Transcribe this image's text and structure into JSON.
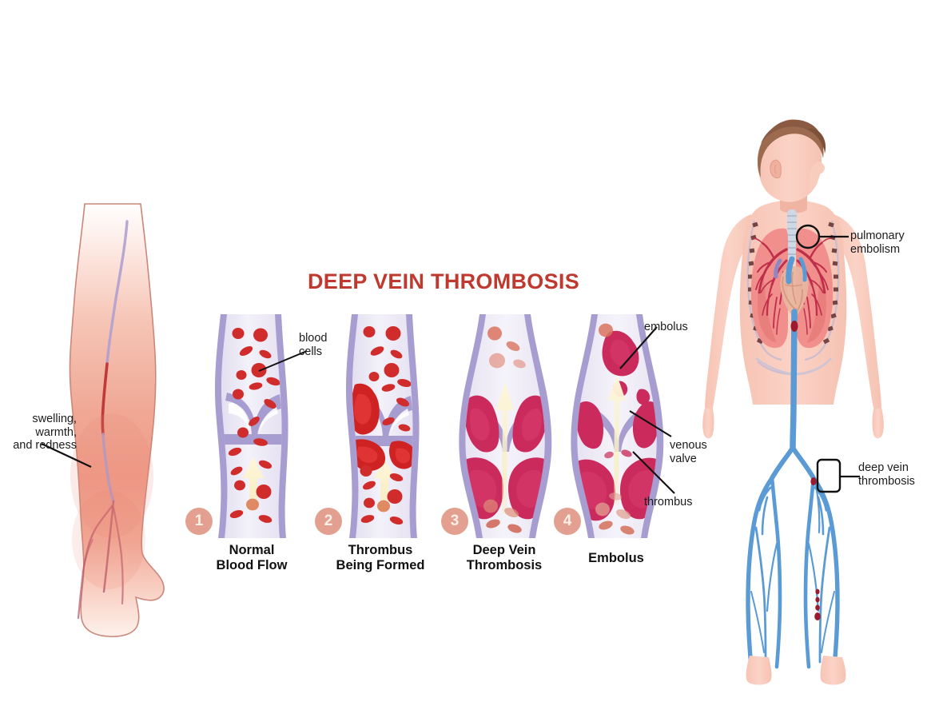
{
  "title": "DEEP VEIN THROMBOSIS",
  "colors": {
    "title_red": "#c0392f",
    "badge_fill": "#e3a091",
    "badge_text": "#fdf0e6",
    "vein_wall": "#a9a0d2",
    "vein_lumen": "#ece9f5",
    "blood_cell": "#cf2c2c",
    "thrombus": "#c8285a",
    "arrow": "#f8efc0",
    "skin": "#f7c9bb",
    "hair": "#9c6a4f",
    "lung": "#f08d8d",
    "vessel_blue": "#5b9bd5",
    "clot_dark": "#a01a2a",
    "label_text": "#1b1b1b"
  },
  "leg": {
    "callout": "swelling,\nwarmth,\nand redness"
  },
  "stages": [
    {
      "number": "1",
      "caption": "Normal\nBlood Flow"
    },
    {
      "number": "2",
      "caption": "Thrombus\nBeing Formed"
    },
    {
      "number": "3",
      "caption": "Deep Vein\nThrombosis"
    },
    {
      "number": "4",
      "caption": "Embolus"
    }
  ],
  "stage_callouts": {
    "blood_cells": "blood\ncells",
    "embolus": "embolus",
    "venous_valve": "venous\nvalve",
    "thrombus": "thrombus"
  },
  "body": {
    "pulmonary_embolism": "pulmonary\nembolism",
    "deep_vein_thrombosis": "deep vein\nthrombosis"
  }
}
